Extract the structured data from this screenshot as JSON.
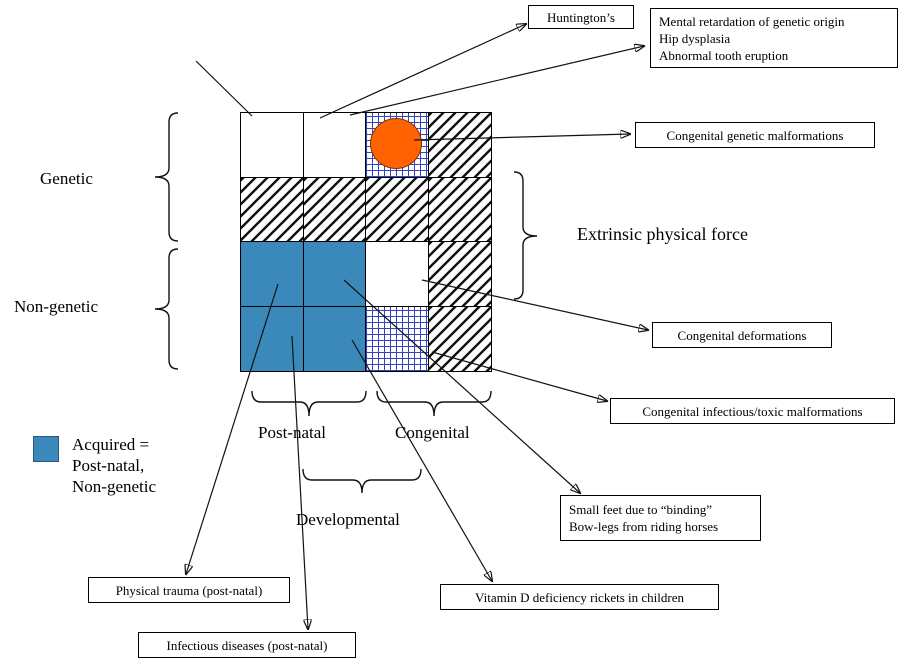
{
  "colors": {
    "acquired_blue": "#3a89ba",
    "marker_orange": "#ff6200",
    "crosshatch_blue": "#3644c0"
  },
  "grid": {
    "cells": [
      [
        "plain",
        "plain",
        "bluegrid-circle",
        "diag"
      ],
      [
        "diag",
        "diag",
        "diag",
        "diag"
      ],
      [
        "blue",
        "blue",
        "plain",
        "diag"
      ],
      [
        "blue",
        "blue",
        "bluegrid",
        "diag"
      ]
    ]
  },
  "axis_labels": {
    "genetic": "Genetic",
    "non_genetic": "Non-genetic",
    "extrinsic_physical_force": "Extrinsic physical force",
    "post_natal": "Post-natal",
    "congenital": "Congenital",
    "developmental": "Developmental"
  },
  "legend": {
    "lines": [
      "Acquired =",
      "Post-natal,",
      "Non-genetic"
    ]
  },
  "callouts": {
    "huntingtons": {
      "lines": [
        "Huntington’s"
      ]
    },
    "genetic_origin": {
      "lines": [
        "Mental retardation of genetic origin",
        "Hip dysplasia",
        "Abnormal tooth eruption"
      ]
    },
    "congenital_genetic_malformations": {
      "lines": [
        "Congenital genetic malformations"
      ]
    },
    "congenital_deformations": {
      "lines": [
        "Congenital deformations"
      ]
    },
    "congenital_infectious_toxic": {
      "lines": [
        "Congenital infectious/toxic malformations"
      ]
    },
    "small_feet": {
      "lines": [
        "Small feet due to “binding”",
        "Bow-legs from riding horses"
      ]
    },
    "vitamin_d": {
      "lines": [
        "Vitamin D deficiency rickets in children"
      ]
    },
    "physical_trauma": {
      "lines": [
        "Physical trauma (post-natal)"
      ]
    },
    "infectious_diseases": {
      "lines": [
        "Infectious diseases (post-natal)"
      ]
    }
  }
}
